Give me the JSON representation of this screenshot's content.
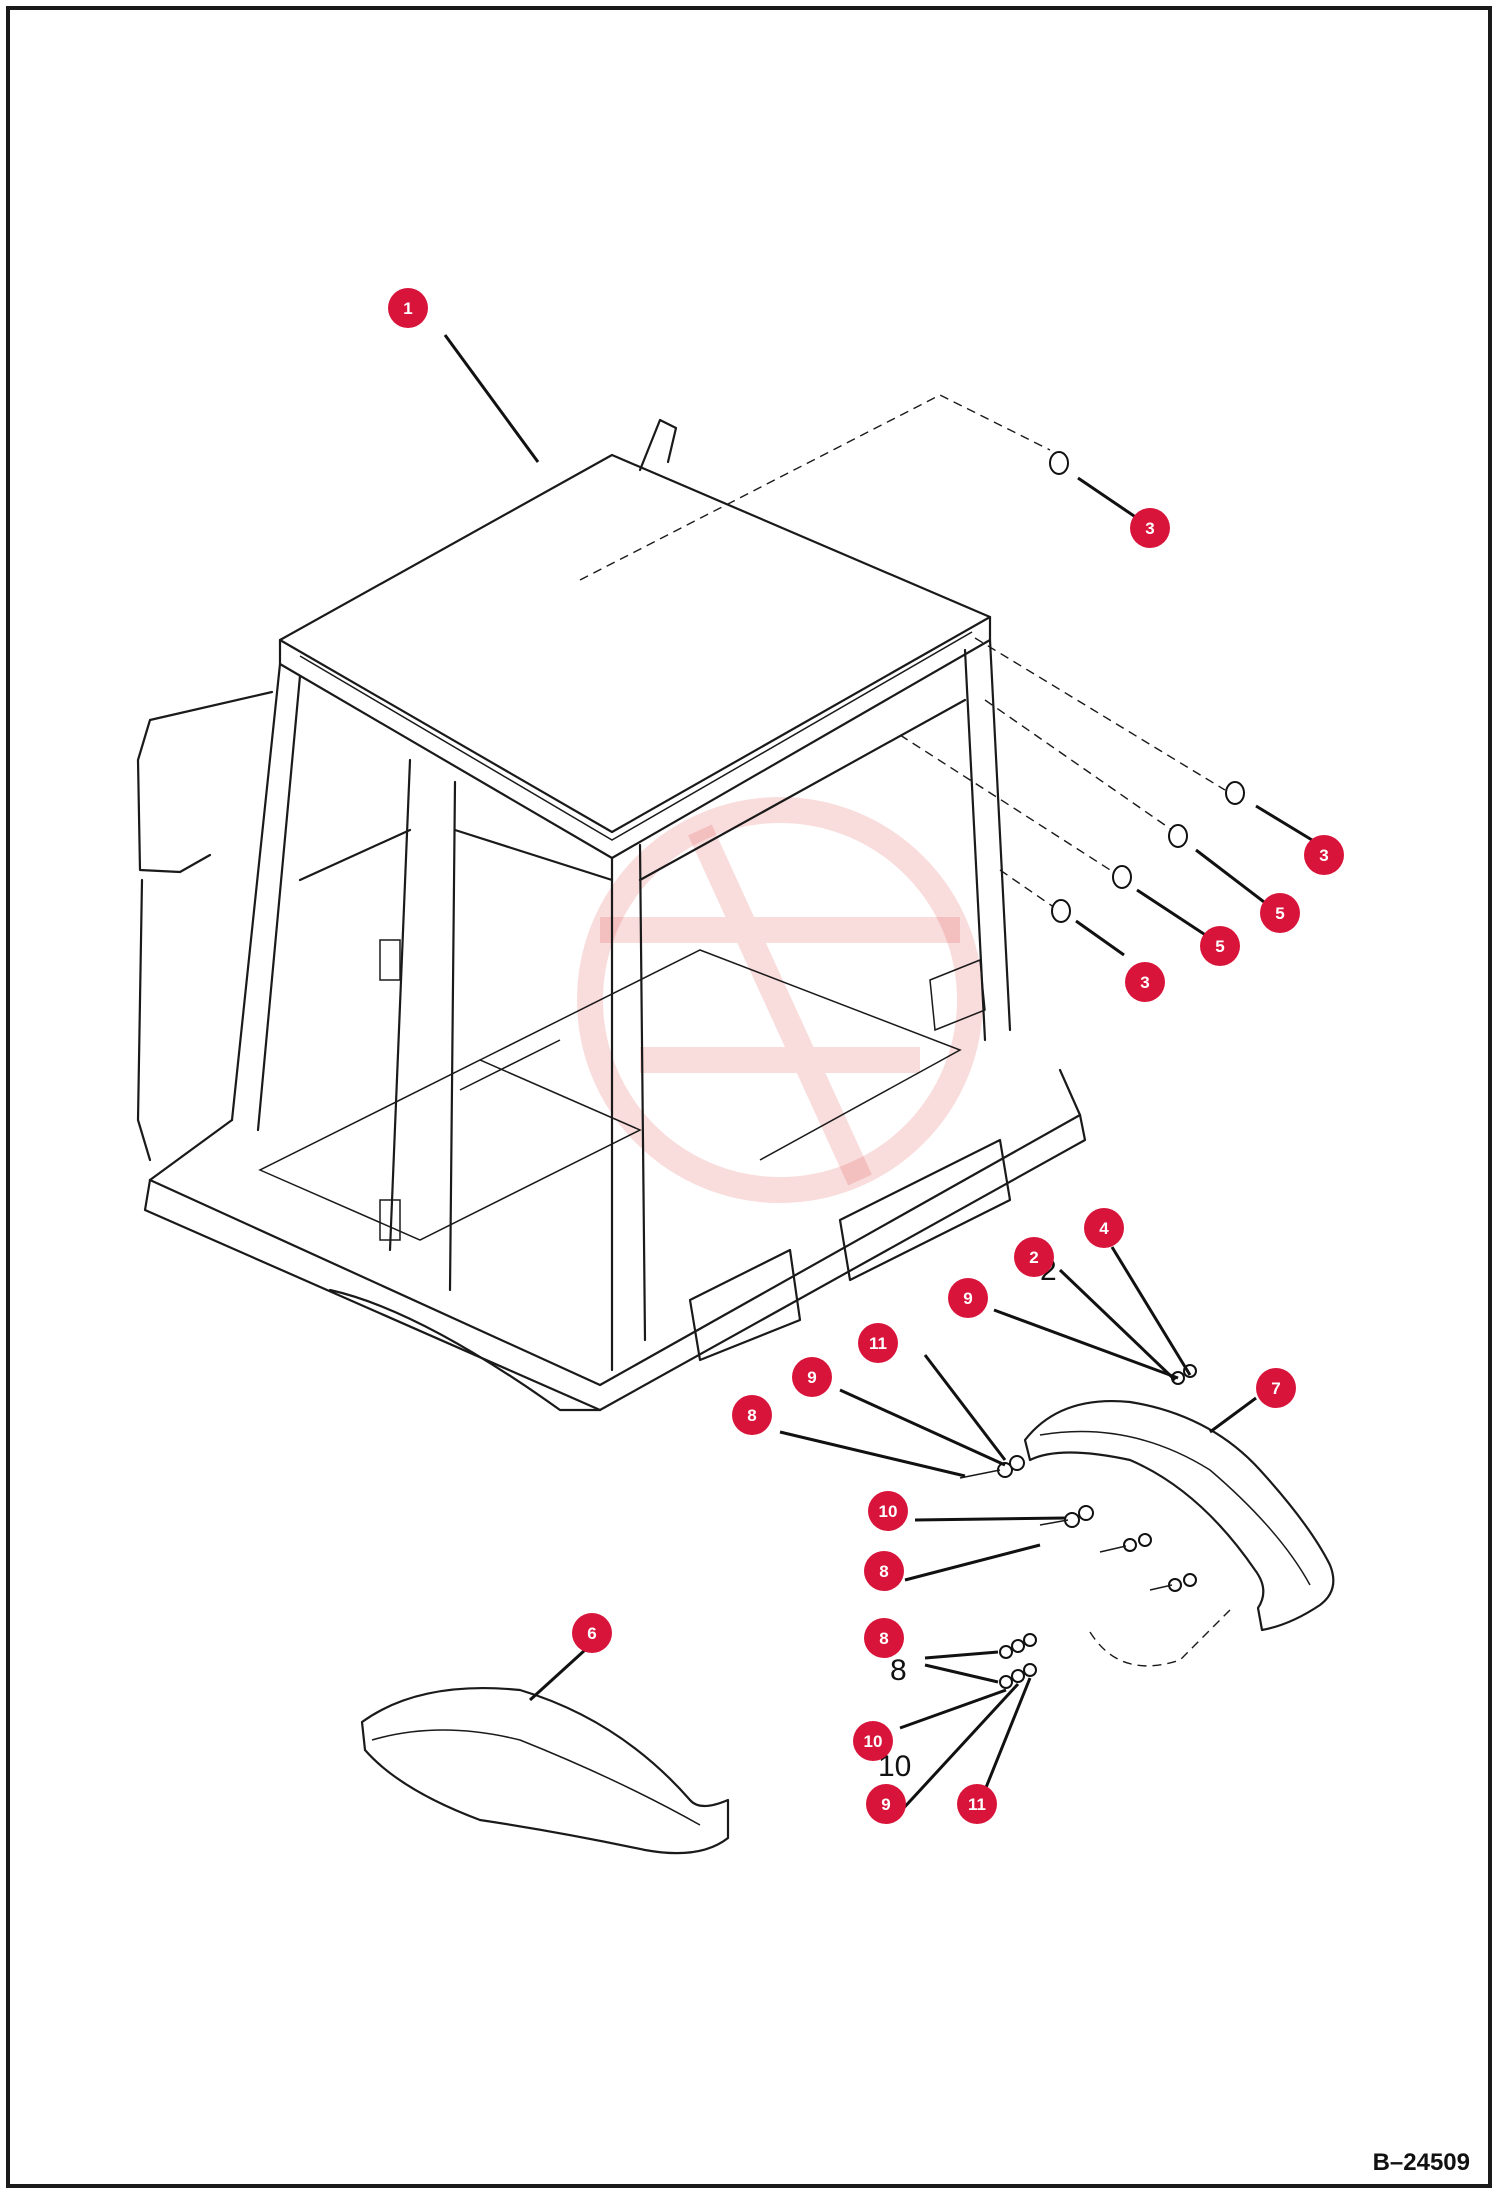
{
  "callout_color": "#d9143a",
  "frame_color": "#1a1a1a",
  "drawing_number": "B–24509",
  "callouts": [
    {
      "id": "c1",
      "number": "1"
    },
    {
      "id": "c2",
      "number": "2"
    },
    {
      "id": "c3a",
      "number": "3"
    },
    {
      "id": "c3b",
      "number": "3"
    },
    {
      "id": "c3c",
      "number": "3"
    },
    {
      "id": "c4",
      "number": "4"
    },
    {
      "id": "c5a",
      "number": "5"
    },
    {
      "id": "c5b",
      "number": "5"
    },
    {
      "id": "c6",
      "number": "6"
    },
    {
      "id": "c7",
      "number": "7"
    },
    {
      "id": "c8a",
      "number": "8"
    },
    {
      "id": "c8b",
      "number": "8"
    },
    {
      "id": "c8c",
      "number": "8"
    },
    {
      "id": "c9a",
      "number": "9"
    },
    {
      "id": "c9b",
      "number": "9"
    },
    {
      "id": "c9c",
      "number": "9"
    },
    {
      "id": "c10a",
      "number": "10"
    },
    {
      "id": "c10b",
      "number": "10"
    },
    {
      "id": "c11a",
      "number": "11"
    },
    {
      "id": "c11b",
      "number": "11"
    }
  ],
  "reference_labels": {
    "r2": "2",
    "r8": "8",
    "r10": "10"
  }
}
